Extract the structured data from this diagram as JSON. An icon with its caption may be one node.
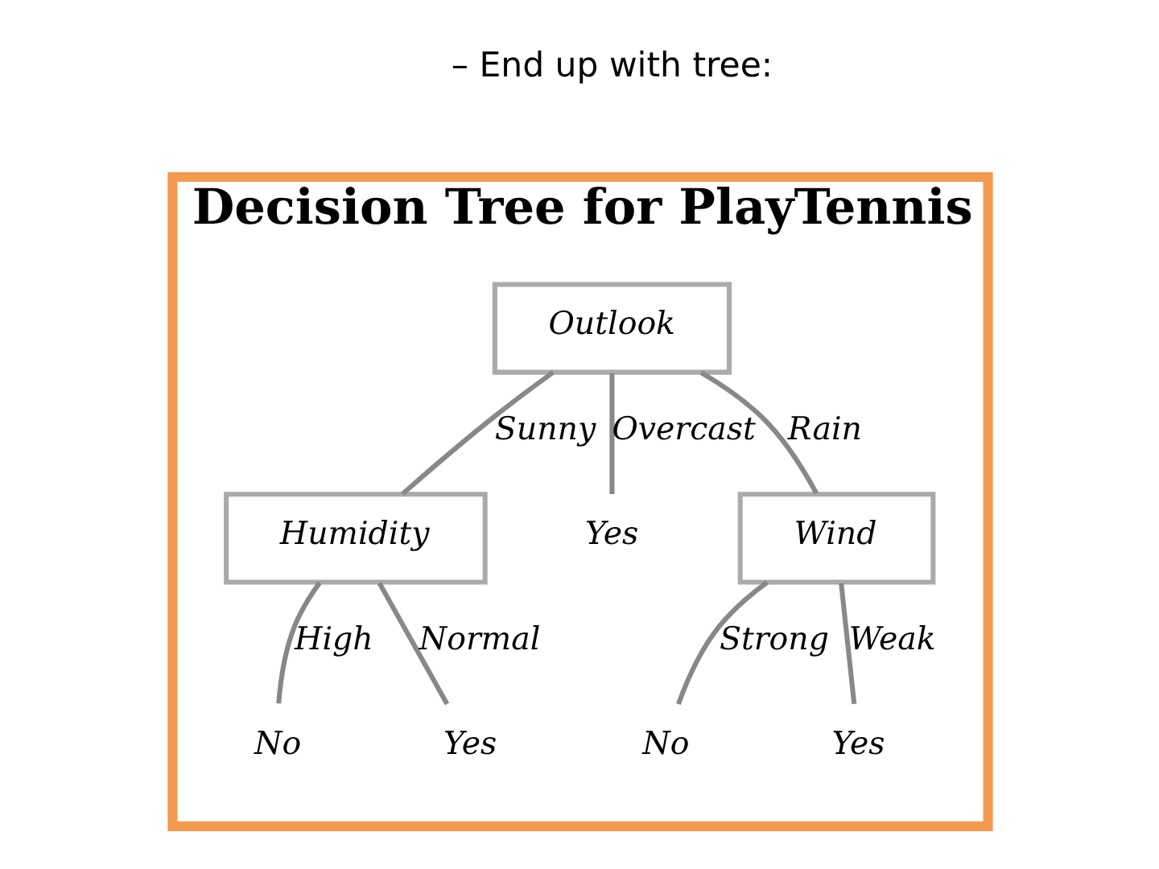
{
  "diagram": {
    "nodes": [
      {
        "text": [
          "Decision Tree for PlayTennis"
        ]
      },
      {
        "text": [
          "Outlook"
        ],
        "in": 0
      },
      {
        "text": [
          "Humidity"
        ],
        "in": 0
      },
      {
        "text": [
          "Yes"
        ],
        "in": 0
      },
      {
        "text": [
          "Wind"
        ],
        "in": 0
      },
      {
        "text": [
          "No"
        ],
        "in": 0
      },
      {
        "text": [
          "Yes"
        ],
        "in": 0
      },
      {
        "text": [
          "No"
        ],
        "in": 0
      },
      {
        "text": [
          "Yes"
        ],
        "in": 0
      }
    ],
    "edges": [
      {
        "from": 1,
        "to": 2,
        "arrow": "none",
        "label": "Sunny"
      },
      {
        "from": 1,
        "to": 3,
        "arrow": "none",
        "label": "Overcast"
      },
      {
        "from": 1,
        "to": 4,
        "arrow": "none",
        "label": "Rain"
      },
      {
        "from": 2,
        "to": 5,
        "arrow": "none",
        "label": "High"
      },
      {
        "from": 2,
        "to": 6,
        "arrow": "none",
        "label": "Normal"
      },
      {
        "from": 4,
        "to": 7,
        "arrow": "none",
        "label": "Strong"
      },
      {
        "from": 4,
        "to": 8,
        "arrow": "none",
        "label": "Weak"
      }
    ],
    "labels": [
      "– End up with tree:"
    ]
  }
}
